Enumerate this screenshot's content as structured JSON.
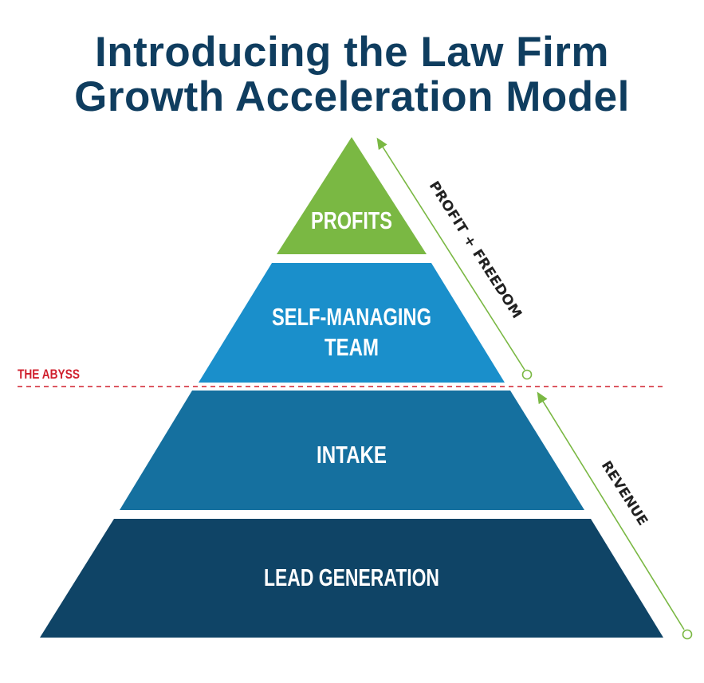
{
  "title": {
    "line1": "Introducing the Law Firm",
    "line2": "Growth Acceleration Model"
  },
  "tiers": [
    {
      "label_lines": [
        "PROFITS"
      ],
      "color": "#7ab843"
    },
    {
      "label_lines": [
        "SELF-MANAGING",
        "TEAM"
      ],
      "color": "#1a8fcb"
    },
    {
      "label_lines": [
        "INTAKE"
      ],
      "color": "#15709f"
    },
    {
      "label_lines": [
        "LEAD GENERATION"
      ],
      "color": "#0f4466"
    }
  ],
  "abyss": {
    "label": "THE ABYSS",
    "color": "#d0202e"
  },
  "arrows": {
    "upper": "PROFIT + FREEDOM",
    "lower": "REVENUE",
    "color": "#7ab843"
  }
}
